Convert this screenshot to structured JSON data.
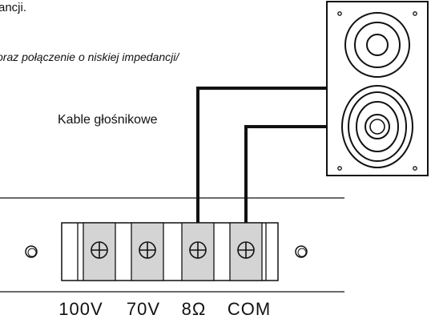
{
  "text": {
    "top_fragment": "ancji.",
    "caption": "oraz połączenie o niskiej impedancji/",
    "cable_label": "Kable głośnikowe"
  },
  "terminals": [
    {
      "label": "100V"
    },
    {
      "label": "70V"
    },
    {
      "label": "8Ω"
    },
    {
      "label": "COM"
    }
  ],
  "colors": {
    "line": "#111111",
    "terminal_fill": "#d4d4d4",
    "background": "#ffffff"
  }
}
